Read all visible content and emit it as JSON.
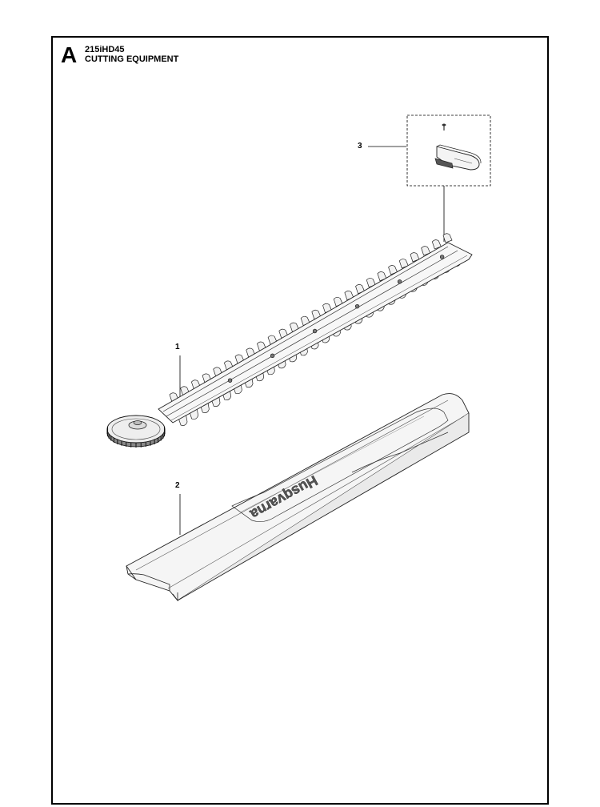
{
  "header": {
    "section_letter": "A",
    "model": "215iHD45",
    "title": "CUTTING EQUIPMENT"
  },
  "callouts": [
    {
      "number": "1",
      "part": "hedge-trimmer-blade"
    },
    {
      "number": "2",
      "part": "blade-cover"
    },
    {
      "number": "3",
      "part": "blade-end-cap-with-screw"
    }
  ],
  "brand_marking": "Husqvarna"
}
